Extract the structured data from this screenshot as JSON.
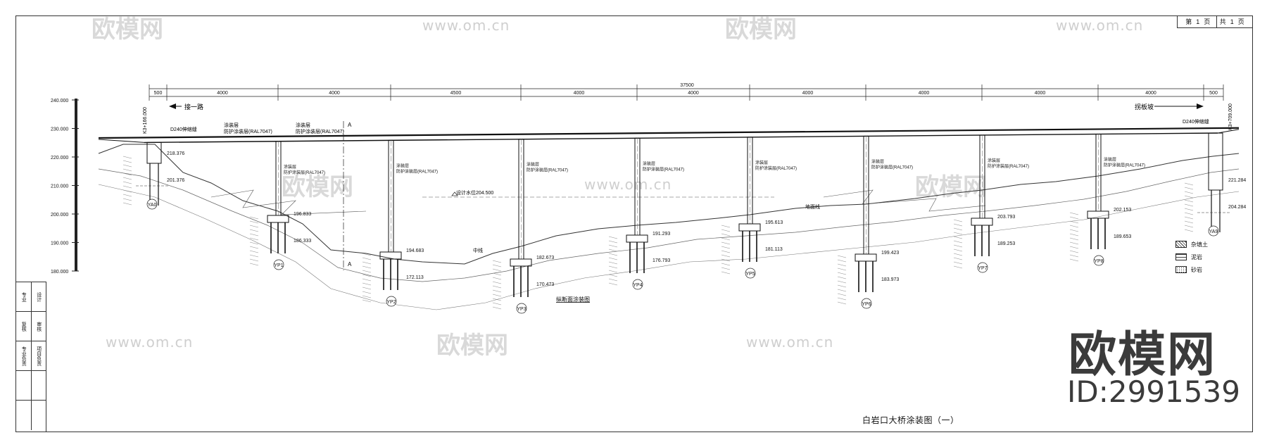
{
  "sheet": {
    "label_sheet": "第",
    "sheet_no": "1",
    "label_page": "页",
    "label_total": "共",
    "total_no": "1",
    "label_total_page": "页"
  },
  "title": "白岩口大桥涂装图（一）",
  "brand": {
    "name": "欧模网",
    "id": "ID:2991539",
    "site": "www.om.cn"
  },
  "dims": {
    "total": "37500",
    "spans": [
      "500",
      "4000",
      "4000",
      "4500",
      "4000",
      "4000",
      "4000",
      "4000",
      "4000",
      "4000",
      "500"
    ]
  },
  "scale": [
    "240.000",
    "230.000",
    "220.000",
    "210.000",
    "200.000",
    "190.000",
    "180.000"
  ],
  "labels": {
    "left_dir": "接一路",
    "right_dir": "拐板坡",
    "stake_left": "K3+166.000",
    "stake_right": "K3+709.000",
    "joint_left": "D240伸缩缝",
    "joint_right": "D240伸缩缝",
    "coat_main": "涂装层",
    "coat_color": "防护涂装层(RAL7047)",
    "section_a": "A",
    "water_level": "设计水位204.500",
    "centerline": "中线",
    "section_title": "纵断面涂装图",
    "ground_line": "地面线"
  },
  "piers": [
    "YA0",
    "YP1",
    "YP2",
    "YP3",
    "YP4",
    "YP5",
    "YP6",
    "YP7",
    "YP8",
    "YA9"
  ],
  "pier_tops": [
    "218.376",
    "196.833",
    "194.683",
    "182.673",
    "191.293",
    "195.613",
    "199.423",
    "203.793",
    "202.153",
    "221.284"
  ],
  "pier_bottoms": [
    "201.376",
    "186.333",
    "172.113",
    "170.473",
    "176.793",
    "181.113",
    "183.973",
    "189.253",
    "189.653",
    "204.284"
  ],
  "legend": [
    {
      "label": "杂填土",
      "kind": "soil"
    },
    {
      "label": "泥岩",
      "kind": "rock"
    },
    {
      "label": "砂岩",
      "kind": "sand"
    }
  ],
  "stamp": [
    "专业",
    "设计",
    "复核",
    "审核",
    "专业负责",
    "项目负责"
  ]
}
